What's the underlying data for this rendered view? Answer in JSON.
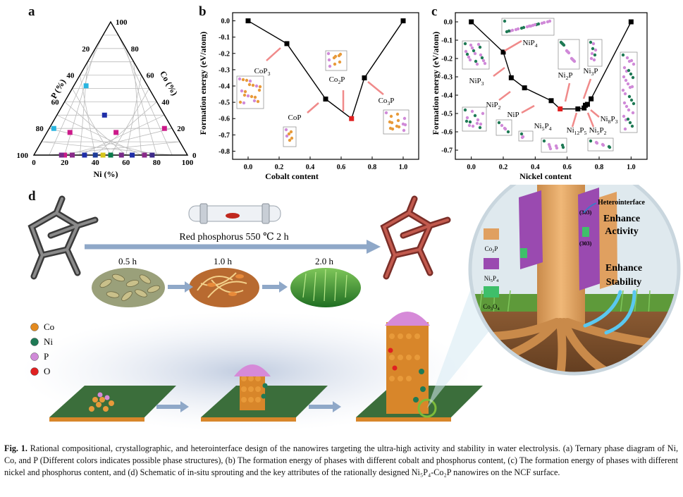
{
  "panel_labels": {
    "a": "a",
    "b": "b",
    "c": "c",
    "d": "d"
  },
  "ternary": {
    "axis_ni": "Ni (%)",
    "axis_p": "P (%)",
    "axis_co": "Co (%)",
    "left_ticks": [
      "20",
      "40",
      "60",
      "80",
      "100"
    ],
    "bottom_ticks": [
      "0",
      "20",
      "40",
      "60",
      "80",
      "100"
    ],
    "right_ticks": [
      "100",
      "80",
      "60",
      "40",
      "20",
      "0"
    ],
    "points": [
      {
        "ni": 0.08,
        "p": 0.52,
        "color": "#29b5e0"
      },
      {
        "ni": 0.31,
        "p": 0.3,
        "color": "#1f2ea8"
      },
      {
        "ni": 0.45,
        "p": 0.17,
        "color": "#cc1a8a"
      },
      {
        "ni": 0.15,
        "p": 0.17,
        "color": "#cc1a8a"
      },
      {
        "ni": 0.03,
        "p": 0.2,
        "color": "#29b5e0"
      },
      {
        "ni": 0.75,
        "p": 0.2,
        "color": "#cc1a8a"
      },
      {
        "ni": 0.77,
        "p": 0.0,
        "color": "#3d2a8a"
      },
      {
        "ni": 0.72,
        "p": 0.0,
        "color": "#8a2a8a"
      },
      {
        "ni": 0.64,
        "p": 0.0,
        "color": "#1f2ea8"
      },
      {
        "ni": 0.57,
        "p": 0.0,
        "color": "#7a2a8a"
      },
      {
        "ni": 0.5,
        "p": 0.0,
        "color": "#0a7a4a"
      },
      {
        "ni": 0.45,
        "p": 0.0,
        "color": "#d6c51a"
      },
      {
        "ni": 0.4,
        "p": 0.0,
        "color": "#1f3c9a"
      },
      {
        "ni": 0.33,
        "p": 0.0,
        "color": "#1f2ea8"
      },
      {
        "ni": 0.25,
        "p": 0.0,
        "color": "#8a2a8a"
      },
      {
        "ni": 0.2,
        "p": 0.0,
        "color": "#cc1a8a"
      },
      {
        "ni": 0.18,
        "p": 0.0,
        "color": "#7a2a8a"
      }
    ]
  },
  "chart_data": [
    {
      "type": "line",
      "xlabel": "Cobalt content",
      "ylabel": "Formation energy (eV/atom)",
      "xlim": [
        -0.1,
        1.1
      ],
      "ylim": [
        -0.85,
        0.05
      ],
      "xticks": [
        "0.0",
        "0.2",
        "0.4",
        "0.6",
        "0.8",
        "1.0"
      ],
      "yticks": [
        "0.0",
        "-0.1",
        "-0.2",
        "-0.3",
        "-0.4",
        "-0.5",
        "-0.6",
        "-0.7",
        "-0.8"
      ],
      "x": [
        0.0,
        0.25,
        0.5,
        0.667,
        0.75,
        1.0
      ],
      "y": [
        0.0,
        -0.14,
        -0.48,
        -0.6,
        -0.35,
        0.0
      ],
      "highlight_index": 3,
      "annotations": [
        {
          "base": "CoP",
          "sub": "3"
        },
        {
          "base": "CoP",
          "sub": ""
        },
        {
          "base": "Co",
          "sub": "2",
          "tail": "P"
        },
        {
          "base": "Co",
          "sub": "3",
          "tail": "P"
        }
      ]
    },
    {
      "type": "line",
      "xlabel": "Nickel content",
      "ylabel": "Formation energy (eV/atom)",
      "xlim": [
        -0.1,
        1.1
      ],
      "ylim": [
        -0.75,
        0.05
      ],
      "xticks": [
        "0.0",
        "0.2",
        "0.4",
        "0.6",
        "0.8",
        "1.0"
      ],
      "yticks": [
        "0.0",
        "-0.1",
        "-0.2",
        "-0.3",
        "-0.4",
        "-0.5",
        "-0.6",
        "-0.7"
      ],
      "x": [
        0.0,
        0.2,
        0.25,
        0.333,
        0.5,
        0.556,
        0.667,
        0.706,
        0.714,
        0.727,
        0.75,
        1.0
      ],
      "y": [
        0.0,
        -0.165,
        -0.305,
        -0.36,
        -0.43,
        -0.475,
        -0.475,
        -0.47,
        -0.455,
        -0.45,
        -0.42,
        0.0
      ],
      "highlight_index": 5,
      "annotations": [
        {
          "base": "NiP",
          "sub": "4"
        },
        {
          "base": "NiP",
          "sub": "3"
        },
        {
          "base": "NiP",
          "sub": "2"
        },
        {
          "base": "NiP",
          "sub": ""
        },
        {
          "base": "Ni",
          "sub": "2",
          "tail": "P"
        },
        {
          "base": "Ni",
          "sub": "3",
          "tail": "P"
        },
        {
          "base": "Ni",
          "sub": "5",
          "tail": "P",
          "sub2": "4"
        },
        {
          "base": "Ni",
          "sub": "12",
          "tail": "P",
          "sub2": "5"
        },
        {
          "base": "Ni",
          "sub": "5",
          "tail": "P",
          "sub2": "2"
        },
        {
          "base": "Ni",
          "sub": "8",
          "tail": "P",
          "sub2": "3"
        }
      ]
    }
  ],
  "schematic": {
    "process_label": "Red phosphorus 550 ℃ 2 h",
    "stages": [
      "0.5 h",
      "1.0 h",
      "2.0 h"
    ],
    "legend": [
      {
        "label": "Co",
        "color": "#e38a1f"
      },
      {
        "label": "Ni",
        "color": "#1f7a55"
      },
      {
        "label": "P",
        "color": "#d08ad8"
      },
      {
        "label": "O",
        "color": "#e02020"
      }
    ],
    "circle": {
      "heterointerface": "Heterointerface",
      "enhance_activity": "Enhance Activity",
      "enhance_stability": "Enhance Stability",
      "facet_label": "(303)",
      "legend_co2p": {
        "base": "Co",
        "sub": "2",
        "tail": "P"
      },
      "legend_ni5p4": {
        "base": "Ni",
        "sub": "5",
        "tail": "P",
        "sub2": "4"
      },
      "legend_co3o4": {
        "base": "Co",
        "sub": "3",
        "tail": "O",
        "sub2": "4"
      }
    }
  },
  "caption": {
    "prefix": "Fig. 1.",
    "text": " Rational compositional, crystallographic, and heterointerface design of the nanowires targeting the ultra-high activity and stability in water electrolysis. (a) Ternary phase diagram of Ni, Co, and P (Different colors indicates possible phase structures), (b) The formation energy of phases with different cobalt and phosphorus content, (c) The formation energy of phases with different nickel and phosphorus content, and (d) Schematic of in-situ sprouting and the key attributes of the rationally designed Ni₅P₄-Co₂P nanowires on the NCF surface."
  }
}
